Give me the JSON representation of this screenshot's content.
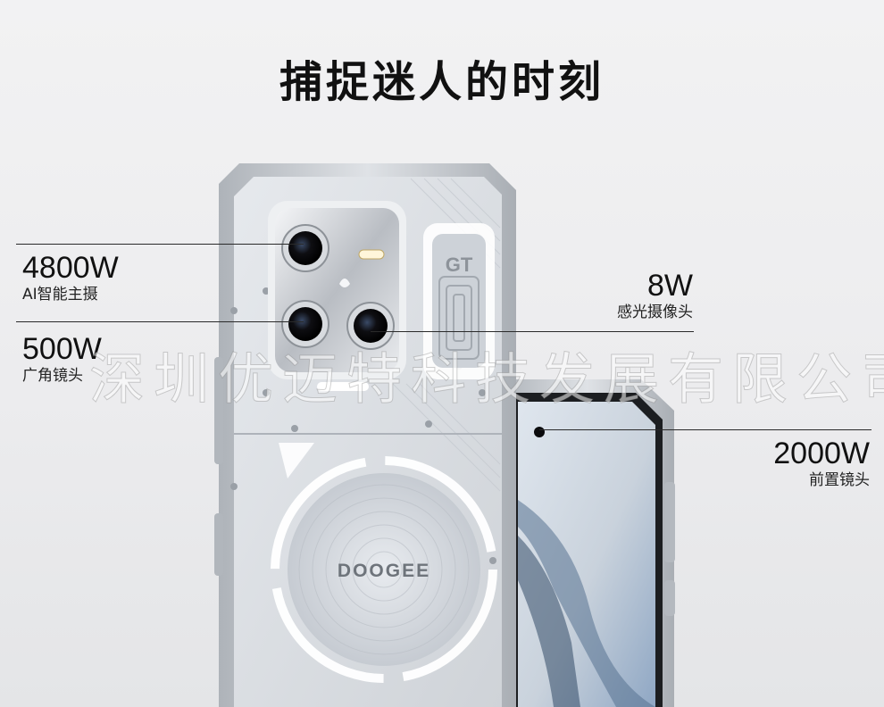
{
  "title": "捕捉迷人的时刻",
  "specs": {
    "main": {
      "value": "4800W",
      "label": "AI智能主摄"
    },
    "wide": {
      "value": "500W",
      "label": "广角镜头"
    },
    "ir": {
      "value": "8W",
      "label": "感光摄像头"
    },
    "front": {
      "value": "2000W",
      "label": "前置镜头"
    }
  },
  "brand_logo": "DOOGEE",
  "module_badge": "GT",
  "watermark": "深圳优迈特科技发展有限公司",
  "colors": {
    "frame": "#c8ccd1",
    "back_panel": "#d9dde2",
    "halo_light": "#ffffff",
    "lens": "#141414",
    "accent_blue": "#3a6fb0"
  }
}
